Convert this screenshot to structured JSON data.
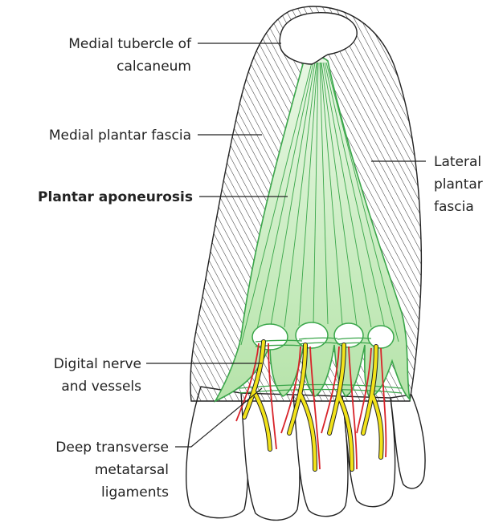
{
  "labels": {
    "medial_tubercle": [
      "Medial tubercle of",
      "calcaneum"
    ],
    "medial_plantar_fascia": "Medial plantar fascia",
    "plantar_aponeurosis": "Plantar aponeurosis",
    "digital_nerve": [
      "Digital nerve",
      "and vessels"
    ],
    "deep_transverse": [
      "Deep transverse",
      "metatarsal",
      "ligaments"
    ],
    "lateral_plantar_fascia": [
      "Lateral",
      "plantar",
      "fascia"
    ]
  },
  "colors": {
    "aponeurosis_fill": "#c9ecc0",
    "aponeurosis_line": "#3aa64a",
    "nerve": "#f2e31a",
    "vessel": "#d8232a",
    "outline": "#222222"
  }
}
